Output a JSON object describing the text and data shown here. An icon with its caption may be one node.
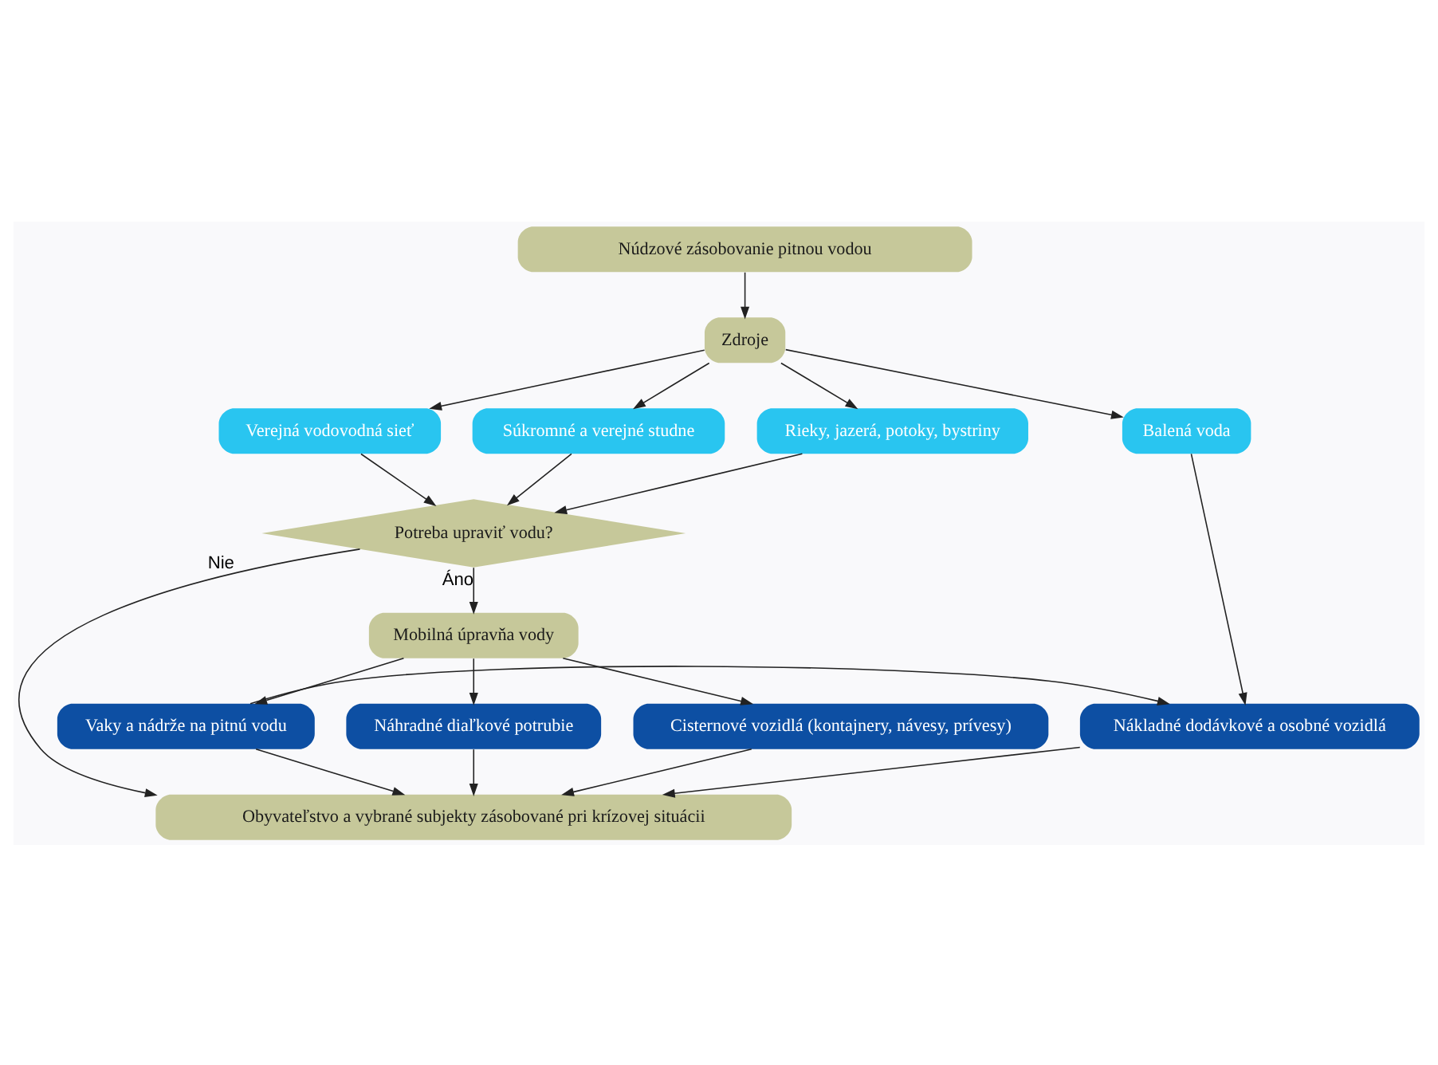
{
  "diagram": {
    "nodes": [
      {
        "text": [
          "Núdzové zásobovanie pitnou vodou"
        ]
      },
      {
        "text": [
          "Potreba upraviť vodu?"
        ]
      },
      {
        "text": [
          "Verejná vodovodná sieť"
        ]
      },
      {
        "text": [
          "Súkromné a verejné studne"
        ]
      },
      {
        "text": [
          "Rieky, jazerá, potoky, bystriny"
        ]
      },
      {
        "text": [
          "Zdroje"
        ]
      },
      {
        "text": [
          "Balená voda"
        ]
      },
      {
        "text": [
          "Mobilná úpravňa vody"
        ]
      },
      {
        "text": [
          "Náhradné diaľkové potrubie"
        ]
      },
      {
        "text": [
          "Cisternové vozidlá (kontajnery, návesy, prívesy)"
        ]
      },
      {
        "text": [
          "Vaky a nádrže na pitnú vodu"
        ]
      },
      {
        "text": [
          "Nákladné dodávkové a osobné vozidlá"
        ]
      },
      {
        "text": [
          "Obyvateľstvo a vybrané subjekty zásobované pri krízovej situácii"
        ]
      }
    ],
    "edges": [
      {
        "from": 0,
        "to": 5,
        "arrow": "to"
      },
      {
        "from": 5,
        "to": 2,
        "arrow": "to"
      },
      {
        "from": 5,
        "to": 3,
        "arrow": "to"
      },
      {
        "from": 5,
        "to": 4,
        "arrow": "to"
      },
      {
        "from": 5,
        "to": 6,
        "arrow": "to"
      },
      {
        "from": 2,
        "to": 1,
        "arrow": "to"
      },
      {
        "from": 3,
        "to": 1,
        "arrow": "to"
      },
      {
        "from": 4,
        "to": 1,
        "arrow": "to"
      },
      {
        "from": 1,
        "to": 12,
        "arrow": "to",
        "label": "Nie"
      },
      {
        "from": 1,
        "to": 7,
        "arrow": "to",
        "label": "Áno"
      },
      {
        "from": 7,
        "to": 8,
        "arrow": "to"
      },
      {
        "from": 7,
        "to": 9,
        "arrow": "to"
      },
      {
        "from": 7,
        "to": 10,
        "arrow": "to"
      },
      {
        "from": 6,
        "to": 11,
        "arrow": "to"
      },
      {
        "from": 10,
        "to": 11,
        "arrow": "to"
      },
      {
        "from": 8,
        "to": 12,
        "arrow": "to"
      },
      {
        "from": 9,
        "to": 12,
        "arrow": "to"
      },
      {
        "from": 10,
        "to": 12,
        "arrow": "to"
      },
      {
        "from": 11,
        "to": 12,
        "arrow": "to"
      }
    ]
  }
}
